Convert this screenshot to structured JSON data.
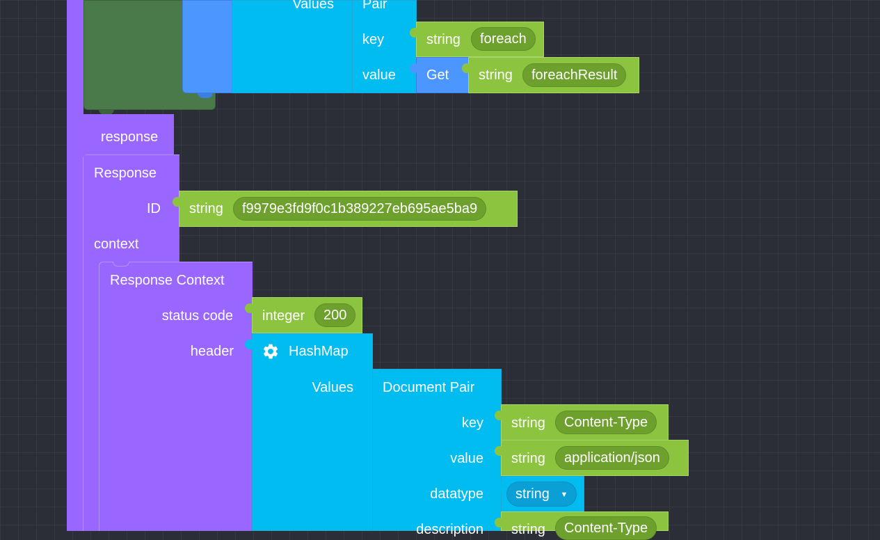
{
  "top": {
    "values_label": "Values",
    "pair_title": "Pair",
    "key_label": "key",
    "key_type": "string",
    "key_value": "foreach",
    "value_label": "value",
    "get_label": "Get",
    "value_type": "string",
    "value_value": "foreachResult"
  },
  "response": {
    "field_label": "response",
    "block_title": "Response",
    "id_label": "ID",
    "id_type": "string",
    "id_value": "f9979e3fd9f0c1b389227eb695ae5ba9",
    "context_label": "context"
  },
  "context": {
    "block_title": "Response Context",
    "status_label": "status code",
    "status_type": "integer",
    "status_value": "200",
    "header_label": "header",
    "hashmap_title": "HashMap",
    "values_label": "Values",
    "pair_title": "Document Pair",
    "key_label": "key",
    "key_type": "string",
    "key_value": "Content-Type",
    "value_label": "value",
    "value_type": "string",
    "value_value": "application/json",
    "datatype_label": "datatype",
    "datatype_value": "string",
    "datatype_arrow": "▼",
    "description_label": "description",
    "description_type": "string",
    "description_value": "Content-Type"
  },
  "colors": {
    "canvas": "#2b2d37",
    "purple": "#9966ff",
    "cyan": "#00bcf0",
    "blue": "#4c97ff",
    "lime": "#8cc43f",
    "dark_green": "#4a7a4a"
  },
  "icons": {
    "hashmap_gear": "gear-icon"
  }
}
